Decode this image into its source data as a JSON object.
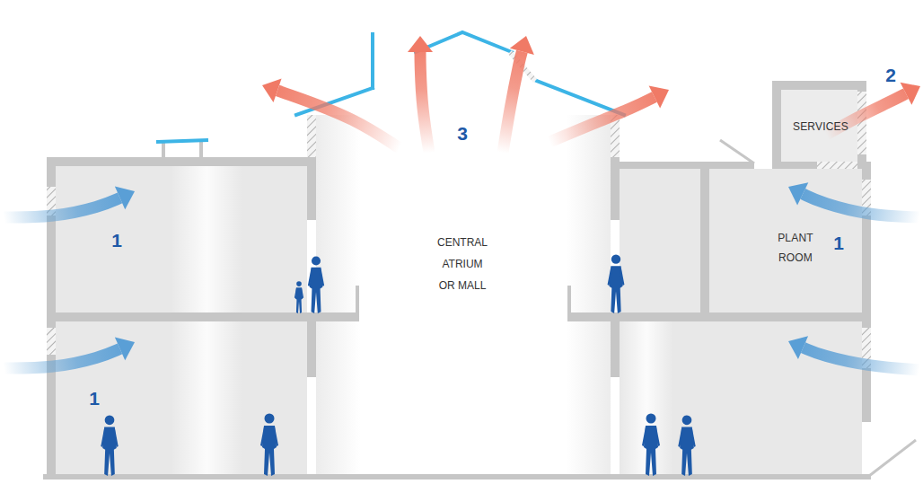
{
  "diagram": {
    "nodes": [
      {
        "text": [
          "SERVICES"
        ]
      },
      {
        "text": [
          "PLANT ROOM"
        ]
      }
    ],
    "labels": [
      "3",
      "2",
      "1",
      "1",
      "CENTRAL ATRIUM OR MALL",
      "1"
    ]
  }
}
